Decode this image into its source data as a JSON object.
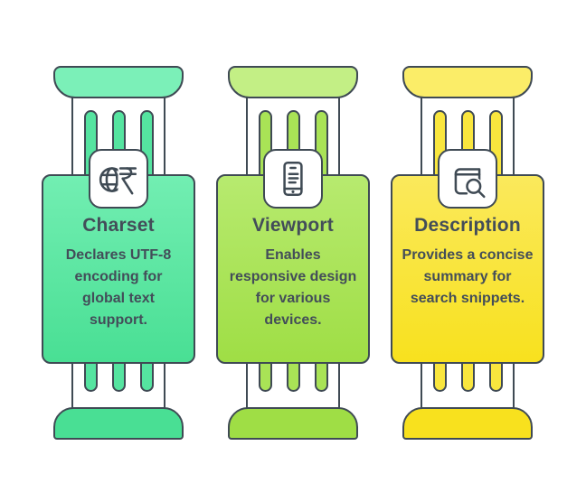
{
  "page": {
    "background": "#ffffff",
    "outline_color": "#3f4a54",
    "text_color": "#434d59"
  },
  "cards": [
    {
      "title": "Charset",
      "body": "Declares UTF-8 encoding for global text support.",
      "icon": "globe-rupee-icon",
      "colors": {
        "light": "#7bf0b8",
        "top": "#72eeb2",
        "mid": "#55e4a0",
        "deep": "#49df94"
      }
    },
    {
      "title": "Viewport",
      "body": "Enables responsive design for various devices.",
      "icon": "smartphone-icon",
      "colors": {
        "light": "#c3ef85",
        "top": "#b7ea6f",
        "mid": "#a9e356",
        "deep": "#9fde45"
      }
    },
    {
      "title": "Description",
      "body": "Provides a concise summary for search snippets.",
      "icon": "book-search-icon",
      "colors": {
        "light": "#fbed68",
        "top": "#fae95c",
        "mid": "#f9e63e",
        "deep": "#f8e11e"
      }
    }
  ]
}
